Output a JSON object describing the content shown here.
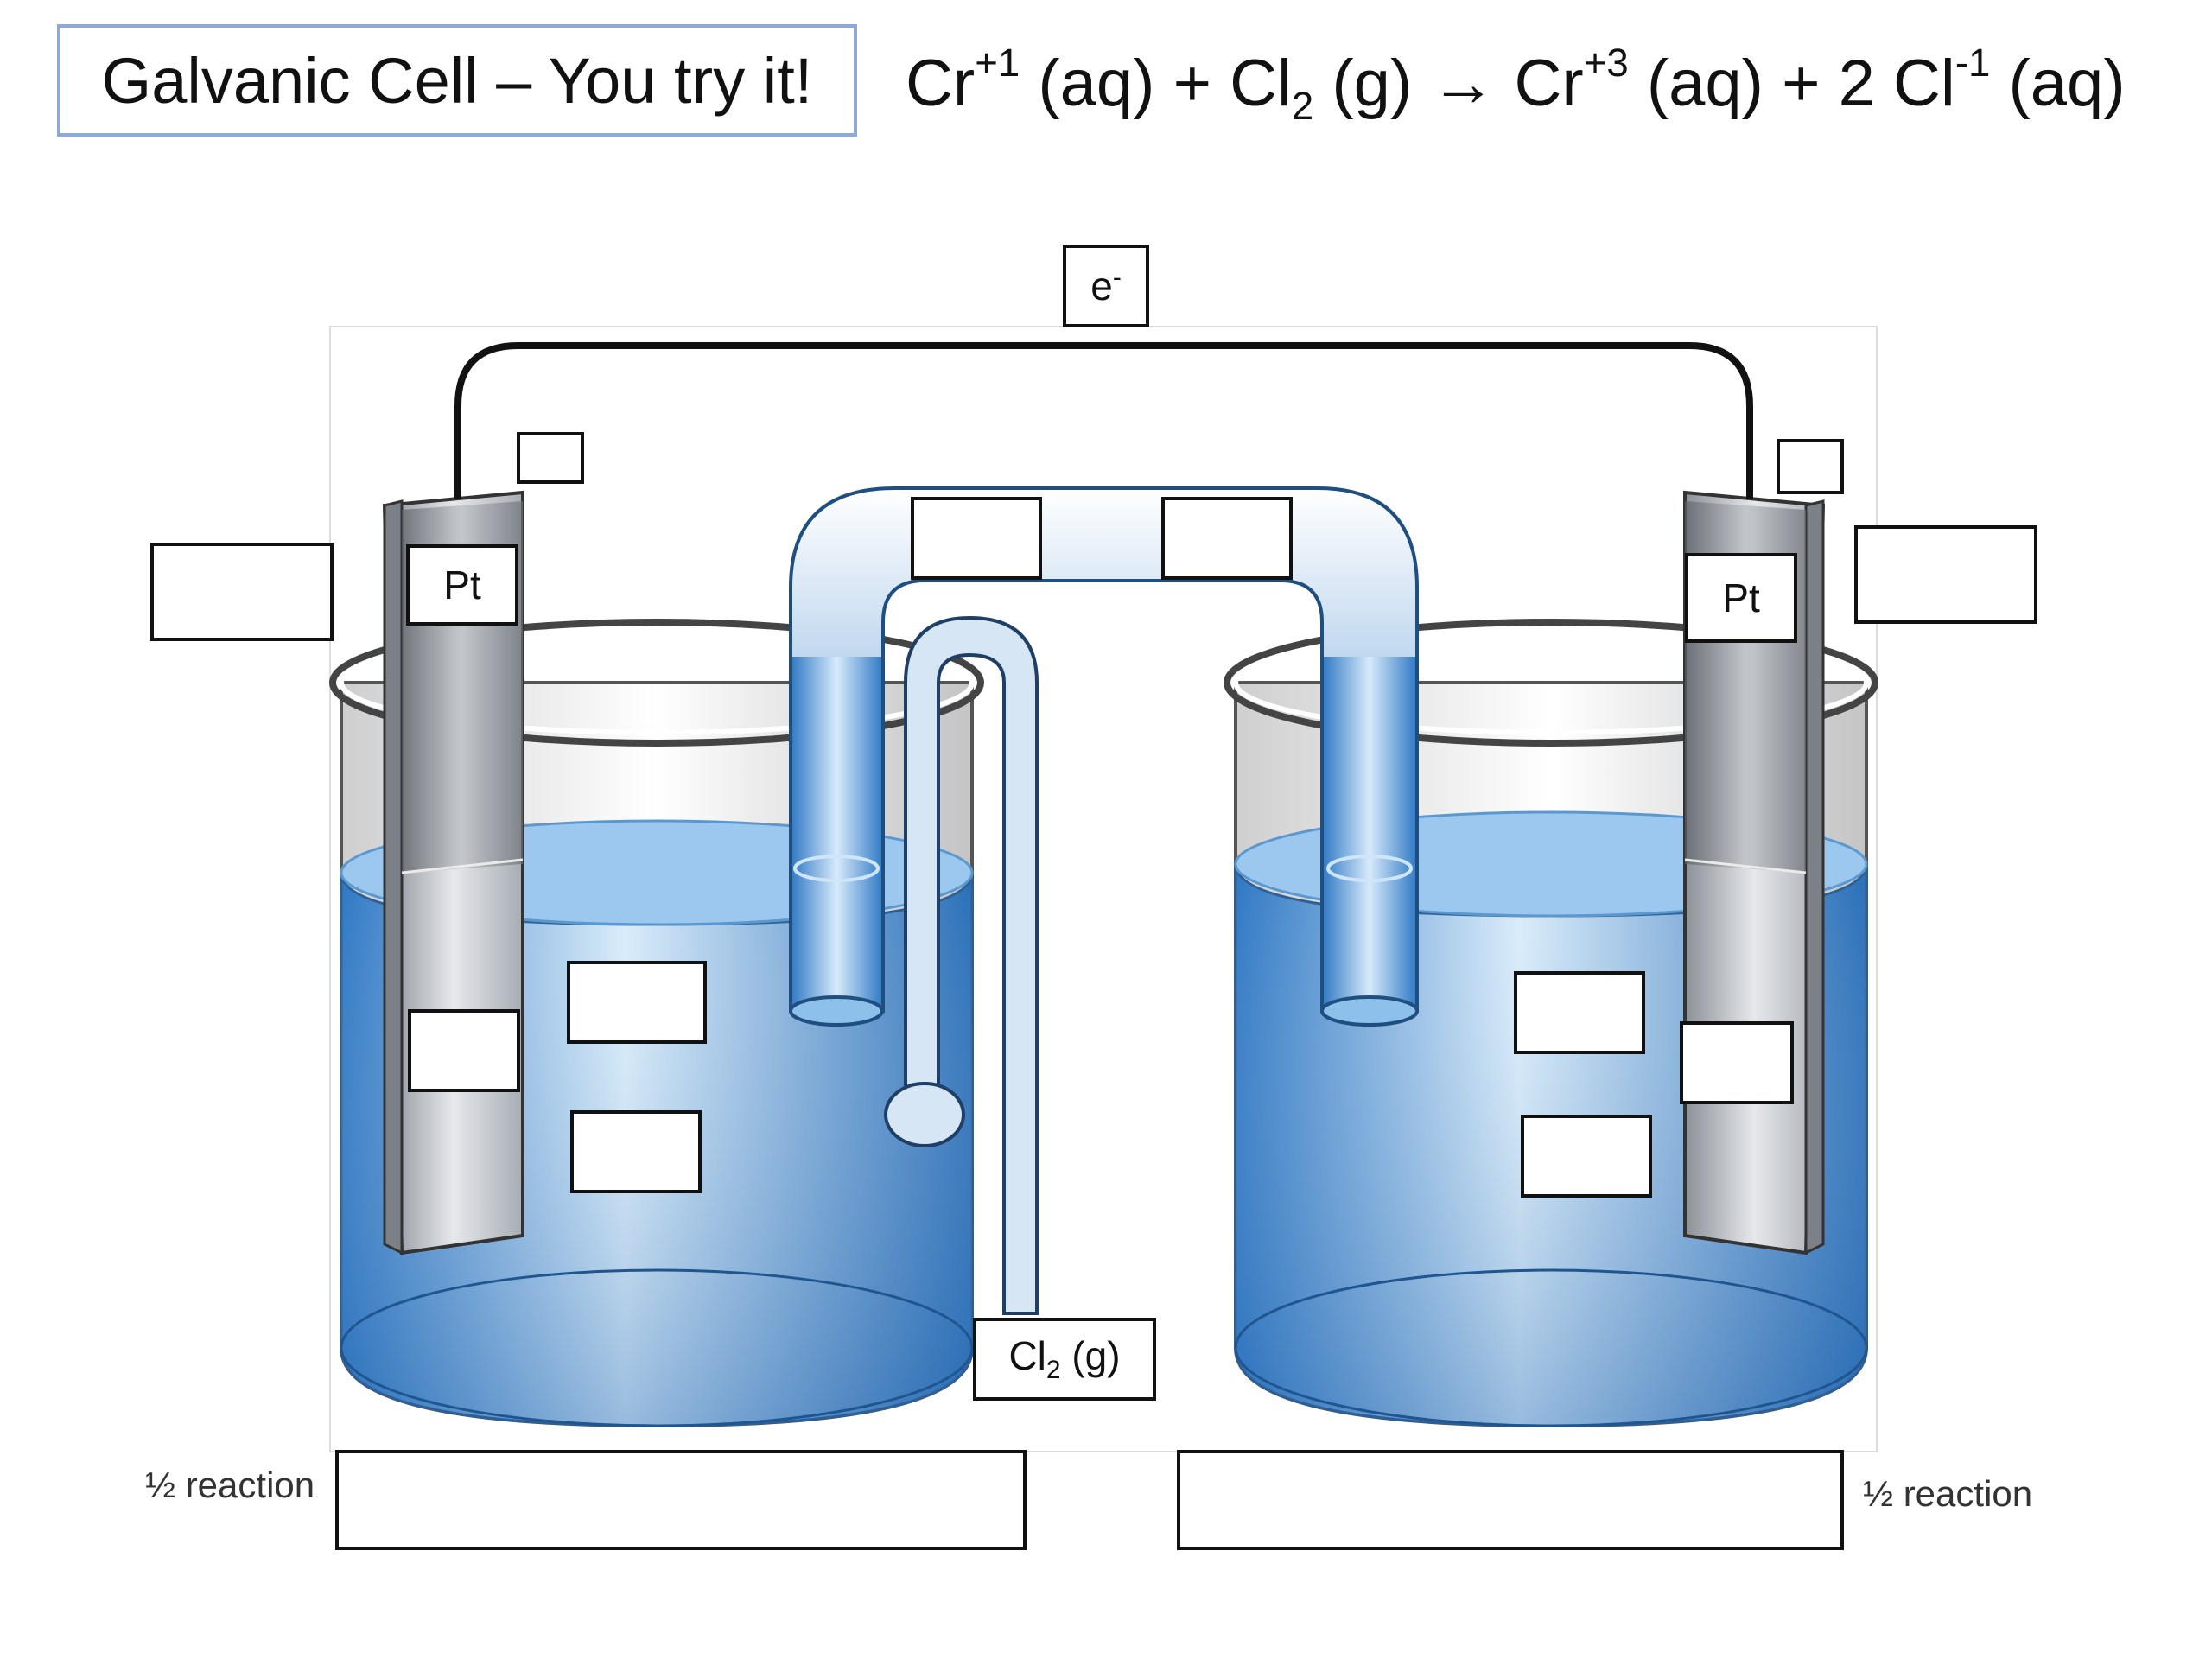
{
  "title": "Galvanic Cell – You try it!",
  "equation": {
    "r1_base": "Cr",
    "r1_charge": "+1",
    "r1_state": "(aq)",
    "plus1": "+",
    "r2_base": "Cl",
    "r2_sub": "2",
    "r2_state": "(g)",
    "arrow": "→",
    "p1_base": "Cr",
    "p1_charge": "+3",
    "p1_state": "(aq)",
    "plus2": "+",
    "p2_coef": "2",
    "p2_base": "Cl",
    "p2_charge": "-1",
    "p2_state": "(aq)"
  },
  "labels": {
    "electron_base": "e",
    "electron_charge": "-",
    "left_electrode": "Pt",
    "right_electrode": "Pt",
    "gas_base": "Cl",
    "gas_sub": "2",
    "gas_state": "(g)",
    "half_reaction_left": "½ reaction",
    "half_reaction_right": "½ reaction"
  },
  "colors": {
    "outline": "#111111",
    "title_border": "#8ea9d8",
    "solution_blue": "#3f8ad0",
    "electrode_gray": "#b9bec4"
  }
}
